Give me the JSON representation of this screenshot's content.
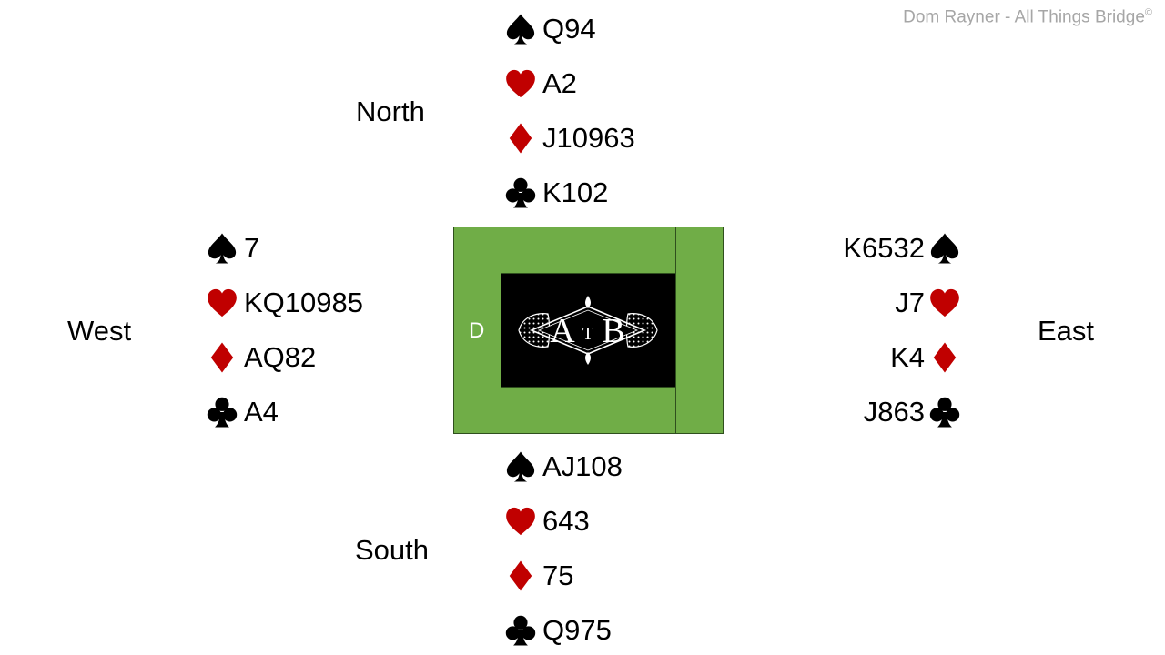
{
  "credit": {
    "text": "Dom Rayner  - All Things Bridge",
    "mark": "©"
  },
  "colors": {
    "black_suit": "#000000",
    "red_suit": "#c00000",
    "felt": "#70ad47",
    "center": "#000000"
  },
  "seats": {
    "north": "North",
    "south": "South",
    "east": "East",
    "west": "West"
  },
  "hands": {
    "north": {
      "spades": "Q94",
      "hearts": "A2",
      "diamonds": "J10963",
      "clubs": "K102"
    },
    "west": {
      "spades": "7",
      "hearts": "KQ10985",
      "diamonds": "AQ82",
      "clubs": "A4"
    },
    "east": {
      "spades": "K6532",
      "hearts": "J7",
      "diamonds": "K4",
      "clubs": "J863"
    },
    "south": {
      "spades": "AJ108",
      "hearts": "643",
      "diamonds": "75",
      "clubs": "Q975"
    }
  },
  "table": {
    "dealer": "D",
    "logo_text": {
      "left": "A",
      "middle": "T",
      "right": "B"
    }
  }
}
